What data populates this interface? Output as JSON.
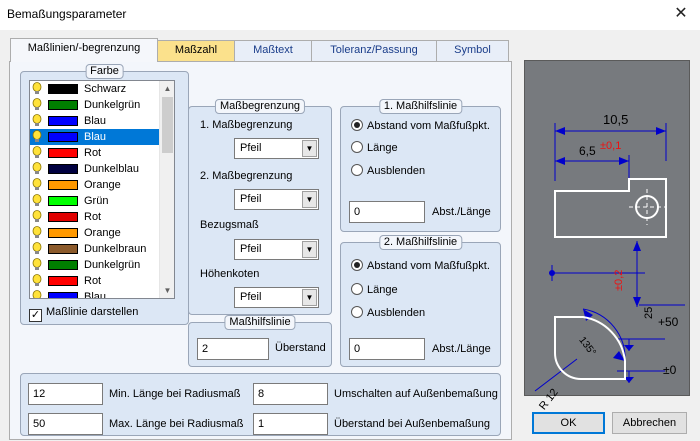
{
  "window": {
    "title": "Bemaßungsparameter",
    "close_glyph": "✕"
  },
  "tabs": [
    {
      "label": "Maßlinien/-begrenzung",
      "active": true
    },
    {
      "label": "Maßzahl",
      "highlighted": true
    },
    {
      "label": "Maßtext"
    },
    {
      "label": "Toleranz/Passung"
    },
    {
      "label": "Symbol"
    }
  ],
  "farbe": {
    "title": "Farbe",
    "items": [
      {
        "label": "Schwarz",
        "color": "#000000"
      },
      {
        "label": "Dunkelgrün",
        "color": "#007f00"
      },
      {
        "label": "Blau",
        "color": "#0000ff"
      },
      {
        "label": "Blau",
        "color": "#0000ff",
        "selected": true
      },
      {
        "label": "Rot",
        "color": "#ff0000"
      },
      {
        "label": "Dunkelblau",
        "color": "#000040"
      },
      {
        "label": "Orange",
        "color": "#ff9900"
      },
      {
        "label": "Grün",
        "color": "#00ff00"
      },
      {
        "label": "Rot",
        "color": "#e00000"
      },
      {
        "label": "Orange",
        "color": "#ff9900"
      },
      {
        "label": "Dunkelbraun",
        "color": "#8b5a2b"
      },
      {
        "label": "Dunkelgrün",
        "color": "#007f00"
      },
      {
        "label": "Rot",
        "color": "#ff0000"
      },
      {
        "label": "Blau",
        "color": "#0000ff"
      }
    ],
    "checkbox_label": "Maßlinie darstellen",
    "checkbox_checked": true,
    "check_glyph": "✓"
  },
  "massbegrenzung": {
    "title": "Maßbegrenzung",
    "label1": "1. Maßbegrenzung",
    "value1": "Pfeil",
    "label2": "2. Maßbegrenzung",
    "value2": "Pfeil",
    "label3": "Bezugsmaß",
    "value3": "Pfeil",
    "label4": "Höhenkoten",
    "value4": "Pfeil",
    "dropdown_glyph": "▼"
  },
  "masshilfslinie": {
    "title": "Maßhilfslinie",
    "value": "2",
    "label": "Überstand"
  },
  "hilfslinie1": {
    "title": "1. Maßhilfslinie",
    "options": [
      "Abstand vom Maßfußpkt.",
      "Länge",
      "Ausblenden"
    ],
    "selected": 0,
    "value": "0",
    "value_label": "Abst./Länge"
  },
  "hilfslinie2": {
    "title": "2. Maßhilfslinie",
    "options": [
      "Abstand vom Maßfußpkt.",
      "Länge",
      "Ausblenden"
    ],
    "selected": 0,
    "value": "0",
    "value_label": "Abst./Länge"
  },
  "radius": {
    "min_value": "12",
    "min_label": "Min. Länge bei Radiusmaß",
    "max_value": "50",
    "max_label": "Max. Länge bei Radiusmaß",
    "switch_value": "8",
    "switch_label": "Umschalten auf Außenbemaßung",
    "overhang_value": "1",
    "overhang_label": "Überstand bei Außenbemaßung"
  },
  "preview": {
    "dim_top": "10,5",
    "dim_sub": "6,5",
    "tol_sub": "±0,1",
    "tol_v": "±0,2",
    "dim_v": "25",
    "elev1": "+50",
    "elev2": "±0",
    "angle": "135°",
    "radius": "R 12"
  },
  "buttons": {
    "ok": "OK",
    "cancel": "Abbrechen"
  },
  "colors": {
    "accent": "#0078d7",
    "preview_bg": "#777a7e",
    "dim_blue": "#0000cc",
    "tol_red": "#ee1111"
  }
}
